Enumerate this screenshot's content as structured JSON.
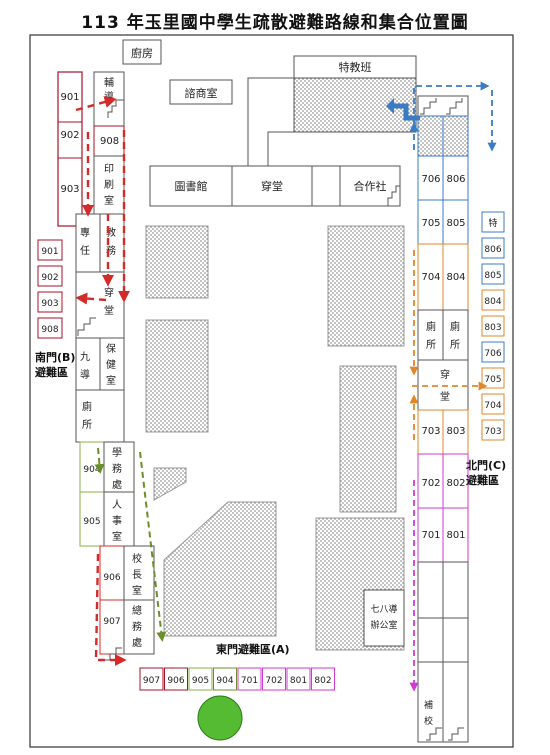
{
  "title": "113 年玉里國中學生疏散避難路線和集合位置圖",
  "colors": {
    "red": "#d42a2a",
    "dark_red": "#a8112a",
    "green": "#8bb24a",
    "olive": "#6a8f2a",
    "blue": "#3b7bc4",
    "orange": "#e0872a",
    "magenta": "#d13ad1",
    "assembly": "#55bb33",
    "hatch": "#bbbbbb"
  },
  "rooms": {
    "kitchen": "廚房",
    "counseling": "諮商室",
    "special_ed": "特教班",
    "library": "圖書館",
    "corridor": "穿堂",
    "coop": "合作社",
    "guidance": "輔導室",
    "printing": "印刷室",
    "homeroom": "專任",
    "academic": "教務",
    "corridor_w": "穿堂",
    "nine_guide": "九導",
    "health": "保健室",
    "toilet_w": "廁所",
    "student_affairs": "學務處",
    "personnel": "人事室",
    "principal": "校長室",
    "general_affairs": "總務處",
    "toilet_e1": "廁所",
    "toilet_e2": "廁所",
    "corridor_e": "穿堂",
    "office_78": "七八導辦公室",
    "toilet_e3": "廁",
    "toilet_e4": "所",
    "remedial": "補校",
    "special_e": "特"
  },
  "classes": {
    "west_red": [
      "901",
      "902",
      "903"
    ],
    "west_small": [
      "901",
      "902",
      "903",
      "908"
    ],
    "west_908": "908",
    "west_green": [
      "904",
      "905"
    ],
    "west_red2": [
      "906",
      "907"
    ],
    "east_blue": [
      "706",
      "806",
      "705",
      "805"
    ],
    "east_orange": [
      "704",
      "804",
      "703",
      "803"
    ],
    "east_magenta": [
      "702",
      "802",
      "701",
      "801"
    ],
    "east_small": [
      "806",
      "805",
      "804",
      "803",
      "706",
      "705",
      "704",
      "703"
    ],
    "bottom_row": [
      "907",
      "906",
      "905",
      "904",
      "701",
      "702",
      "801",
      "802"
    ]
  },
  "zones": {
    "south": "南門(B)\n避難區",
    "north": "北門(C)\n避難區",
    "east_gate": "東門避難區(A)"
  }
}
